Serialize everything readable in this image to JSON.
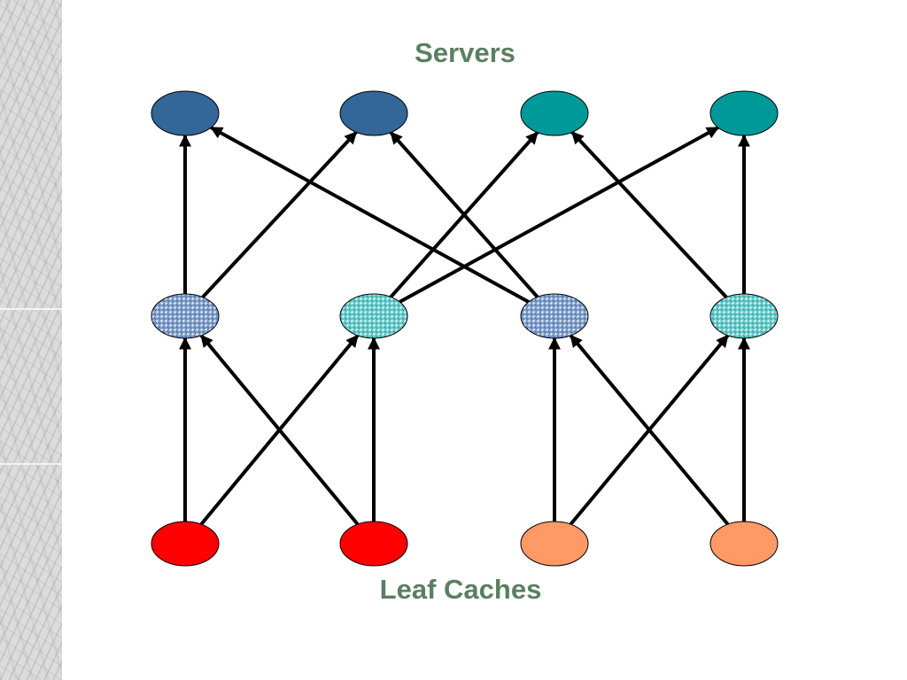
{
  "labels": {
    "servers": "Servers",
    "leaf_caches": "Leaf Caches"
  },
  "colors": {
    "server_blue": "#336699",
    "server_teal": "#009999",
    "mid_blue_pattern": "#7f9fcc",
    "mid_teal_pattern": "#66cccc",
    "leaf_red": "#ff0000",
    "leaf_orange": "#ff9966",
    "label_green": "#5a7f60",
    "arrow": "#000000"
  },
  "nodes": {
    "servers": [
      {
        "id": "s1",
        "fill": "server_blue"
      },
      {
        "id": "s2",
        "fill": "server_blue"
      },
      {
        "id": "s3",
        "fill": "server_teal"
      },
      {
        "id": "s4",
        "fill": "server_teal"
      }
    ],
    "middle": [
      {
        "id": "m1",
        "fill": "pattern_blue"
      },
      {
        "id": "m2",
        "fill": "pattern_teal"
      },
      {
        "id": "m3",
        "fill": "pattern_blue"
      },
      {
        "id": "m4",
        "fill": "pattern_teal"
      }
    ],
    "leaves": [
      {
        "id": "l1",
        "fill": "leaf_red"
      },
      {
        "id": "l2",
        "fill": "leaf_red"
      },
      {
        "id": "l3",
        "fill": "leaf_orange"
      },
      {
        "id": "l4",
        "fill": "leaf_orange"
      }
    ]
  },
  "edges": [
    {
      "from": "m1",
      "to": "s1"
    },
    {
      "from": "m1",
      "to": "s2"
    },
    {
      "from": "m2",
      "to": "s3"
    },
    {
      "from": "m2",
      "to": "s4"
    },
    {
      "from": "m3",
      "to": "s1"
    },
    {
      "from": "m3",
      "to": "s2"
    },
    {
      "from": "m4",
      "to": "s3"
    },
    {
      "from": "m4",
      "to": "s4"
    },
    {
      "from": "l1",
      "to": "m1"
    },
    {
      "from": "l1",
      "to": "m2"
    },
    {
      "from": "l2",
      "to": "m1"
    },
    {
      "from": "l2",
      "to": "m2"
    },
    {
      "from": "l3",
      "to": "m3"
    },
    {
      "from": "l3",
      "to": "m4"
    },
    {
      "from": "l4",
      "to": "m3"
    },
    {
      "from": "l4",
      "to": "m4"
    }
  ]
}
